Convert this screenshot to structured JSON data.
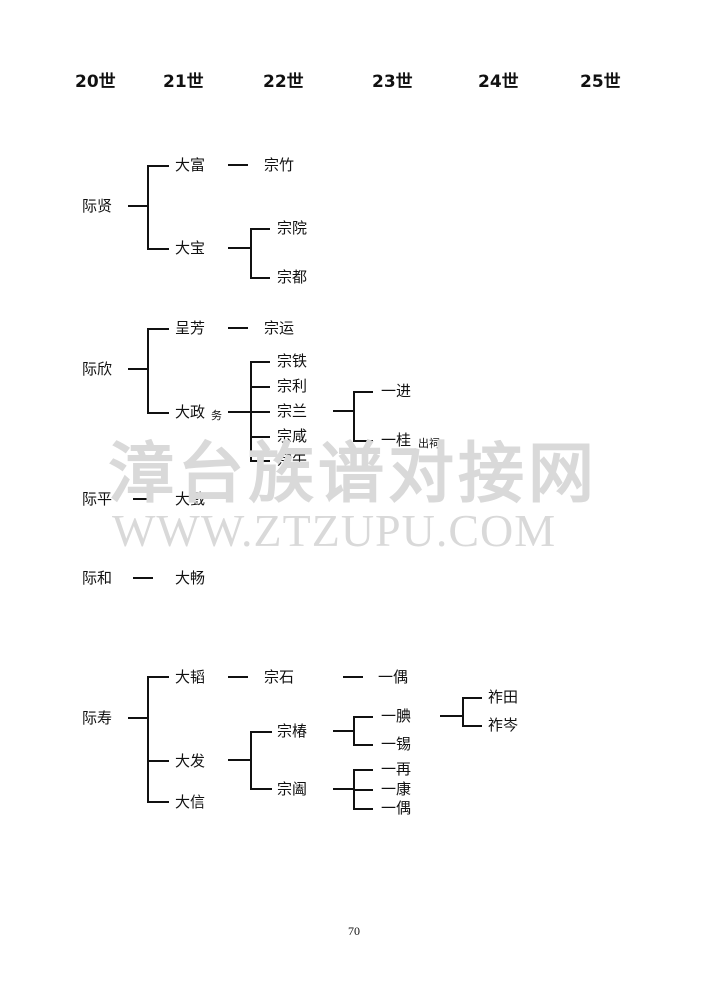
{
  "generations": [
    "20世",
    "21世",
    "22世",
    "23世",
    "24世",
    "25世"
  ],
  "family_tree": {
    "xian_branch": {
      "root": "际贤",
      "children": [
        {
          "name": "大富",
          "children": [
            {
              "name": "宗竹"
            }
          ]
        },
        {
          "name": "大宝",
          "children": [
            {
              "name": "宗院"
            },
            {
              "name": "宗都"
            }
          ]
        }
      ]
    },
    "xin_branch": {
      "root": "际欣",
      "children": [
        {
          "name": "呈芳",
          "children": [
            {
              "name": "宗运"
            }
          ]
        },
        {
          "name": "大政",
          "note": "务",
          "children": [
            {
              "name": "宗铁"
            },
            {
              "name": "宗利"
            },
            {
              "name": "宗兰",
              "children": [
                {
                  "name": "一进"
                },
                {
                  "name": "一桂",
                  "note": "出祠"
                }
              ]
            },
            {
              "name": "宗咸"
            },
            {
              "name": "宗午"
            }
          ]
        }
      ]
    },
    "ping_branch": {
      "root": "际平",
      "children": [
        {
          "name": "大戥"
        }
      ]
    },
    "he_branch": {
      "root": "际和",
      "children": [
        {
          "name": "大畅"
        }
      ]
    },
    "shou_branch": {
      "root": "际寿",
      "children": [
        {
          "name": "大韬",
          "children": [
            {
              "name": "宗石",
              "children": [
                {
                  "name": "一偶"
                }
              ]
            }
          ]
        },
        {
          "name": "大发",
          "children": [
            {
              "name": "宗椿",
              "children": [
                {
                  "name": "一腆",
                  "children": [
                    {
                      "name": "祚田"
                    },
                    {
                      "name": "祚岑"
                    }
                  ]
                },
                {
                  "name": "一锡"
                }
              ]
            },
            {
              "name": "宗阖",
              "children": [
                {
                  "name": "一再"
                },
                {
                  "name": "一康"
                },
                {
                  "name": "一偶"
                }
              ]
            }
          ]
        },
        {
          "name": "大信"
        }
      ]
    }
  },
  "watermark": {
    "line1": "漳台族谱对接网",
    "line2": "WWW.ZTZUPU.COM"
  },
  "page_number": "70"
}
